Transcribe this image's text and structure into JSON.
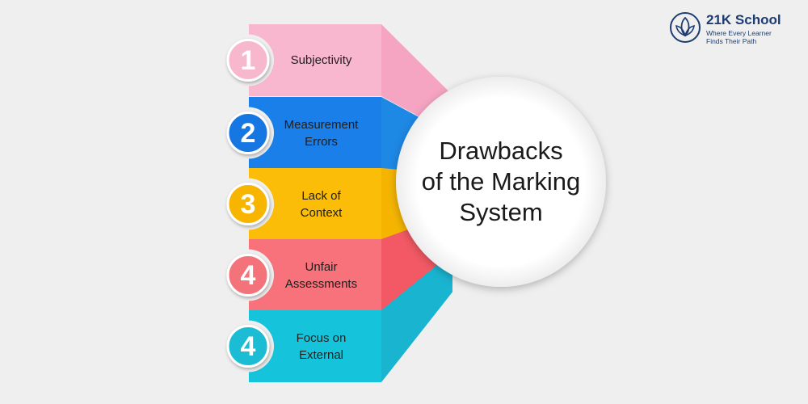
{
  "logo": {
    "name": "21K School",
    "tagline_line1": "Where Every Learner",
    "tagline_line2": "Finds Their Path"
  },
  "title_lines": [
    "Drawbacks",
    "of the Marking",
    "System"
  ],
  "items": [
    {
      "number": "1",
      "lines": [
        "Subjectivity"
      ],
      "color": "#f8b6cf",
      "side_color": "#f5a4c2",
      "badge_color": "#f7b7cc"
    },
    {
      "number": "2",
      "lines": [
        "Measurement",
        "Errors"
      ],
      "color": "#1a7fe8",
      "side_color": "#1e88e5",
      "badge_color": "#1677e3"
    },
    {
      "number": "3",
      "lines": [
        "Lack of",
        "Context"
      ],
      "color": "#fbbd08",
      "side_color": "#f5b400",
      "badge_color": "#f8b500"
    },
    {
      "number": "4",
      "lines": [
        "Unfair",
        "Assessments"
      ],
      "color": "#f7727a",
      "side_color": "#f25964",
      "badge_color": "#f4737a"
    },
    {
      "number": "4",
      "lines": [
        "Focus on",
        "External"
      ],
      "color": "#15c4da",
      "side_color": "#19b4d0",
      "badge_color": "#1dbcd5"
    }
  ]
}
